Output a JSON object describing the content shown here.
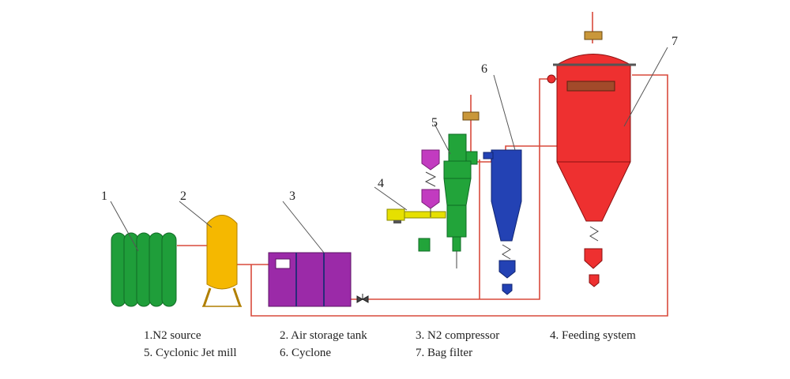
{
  "diagram": {
    "numbers": [
      "1",
      "2",
      "3",
      "4",
      "5",
      "6",
      "7"
    ],
    "legend": [
      "1.N2 source",
      "2. Air storage tank",
      "3. N2 compressor",
      "4. Feeding system",
      "5. Cyclonic Jet mill",
      "6. Cyclone",
      "7. Bag filter"
    ],
    "colors": {
      "n2_source": "#1f9e3a",
      "air_tank": "#f5b800",
      "compressor": "#9b2aa8",
      "jet_mill": "#22a43a",
      "feeder_hopper": "#c23bc0",
      "feeding_system": "#e6e000",
      "cyclone": "#2342b4",
      "bag_filter": "#ee3030",
      "pipe": "#d84a3c"
    }
  }
}
